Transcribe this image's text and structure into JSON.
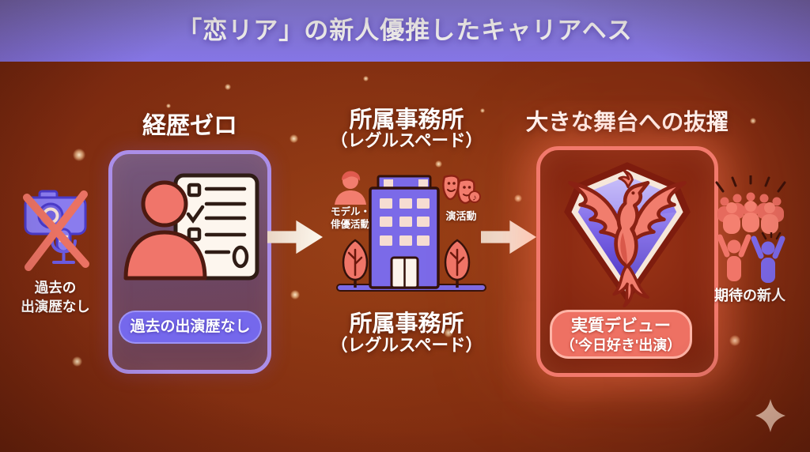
{
  "header": {
    "title": "「恋リア」の新人優推したキャリアヘス"
  },
  "stage1": {
    "heading": "経歴ゼロ",
    "no_media_caption_line1": "過去の",
    "no_media_caption_line2": "出演歴なし",
    "pill": "過去の出演歴なし"
  },
  "stage2": {
    "heading": "所属事務所",
    "heading_sub": "（レグルスペード）",
    "label_model_line1": "モデル・",
    "label_model_line2": "俳優活動",
    "label_perform": "演活動",
    "caption": "所属事務所",
    "caption_sub": "（レグルスペード）"
  },
  "stage3": {
    "heading": "大きな舞台への抜擢",
    "pill_line1": "実質デビュー",
    "pill_line2": "（'今日好き'出演）",
    "side_caption": "期待の新人"
  },
  "icons": {
    "no_media": "camera-mic-crossed-icon",
    "profile": "person-checklist-icon",
    "agency": "office-building-icon",
    "model": "person-bust-icon",
    "perform": "theater-masks-icon",
    "debut": "phoenix-badge-icon",
    "audience": "crowd-icon",
    "rookies": "cheering-people-icon",
    "sparkle": "sparkle-icon",
    "flow": "arrow-right-icon"
  },
  "colors": {
    "background": "#7c2a10",
    "banner": "#8a7beb",
    "accent_purple": "#7b68e8",
    "accent_salmon": "#f07566",
    "cream": "#f6ead8",
    "card1_border": "#ab8ee8",
    "card3_border": "#f2796c",
    "pill1_bg": "#7568ec",
    "pill2_bg": "#ee7163",
    "pill2_border": "#ffb4a6",
    "text": "#ffffff"
  }
}
